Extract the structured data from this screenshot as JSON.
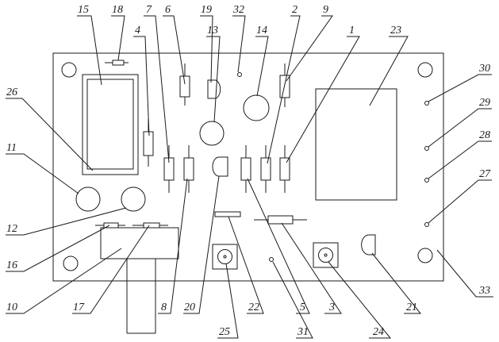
{
  "callouts": [
    {
      "id": "15",
      "text": "15"
    },
    {
      "id": "18",
      "text": "18"
    },
    {
      "id": "7",
      "text": "7"
    },
    {
      "id": "6",
      "text": "6"
    },
    {
      "id": "19",
      "text": "19"
    },
    {
      "id": "32",
      "text": "32"
    },
    {
      "id": "2",
      "text": "2"
    },
    {
      "id": "9",
      "text": "9"
    },
    {
      "id": "4",
      "text": "4"
    },
    {
      "id": "13",
      "text": "13"
    },
    {
      "id": "14",
      "text": "14"
    },
    {
      "id": "1",
      "text": "1"
    },
    {
      "id": "23",
      "text": "23"
    },
    {
      "id": "26",
      "text": "26"
    },
    {
      "id": "30",
      "text": "30"
    },
    {
      "id": "29",
      "text": "29"
    },
    {
      "id": "11",
      "text": "11"
    },
    {
      "id": "28",
      "text": "28"
    },
    {
      "id": "27",
      "text": "27"
    },
    {
      "id": "12",
      "text": "12"
    },
    {
      "id": "16",
      "text": "16"
    },
    {
      "id": "10",
      "text": "10"
    },
    {
      "id": "17",
      "text": "17"
    },
    {
      "id": "8",
      "text": "8"
    },
    {
      "id": "20",
      "text": "20"
    },
    {
      "id": "25",
      "text": "25"
    },
    {
      "id": "22",
      "text": "22"
    },
    {
      "id": "31",
      "text": "31"
    },
    {
      "id": "5",
      "text": "5"
    },
    {
      "id": "3",
      "text": "3"
    },
    {
      "id": "24",
      "text": "24"
    },
    {
      "id": "21",
      "text": "21"
    },
    {
      "id": "33",
      "text": "33"
    }
  ]
}
